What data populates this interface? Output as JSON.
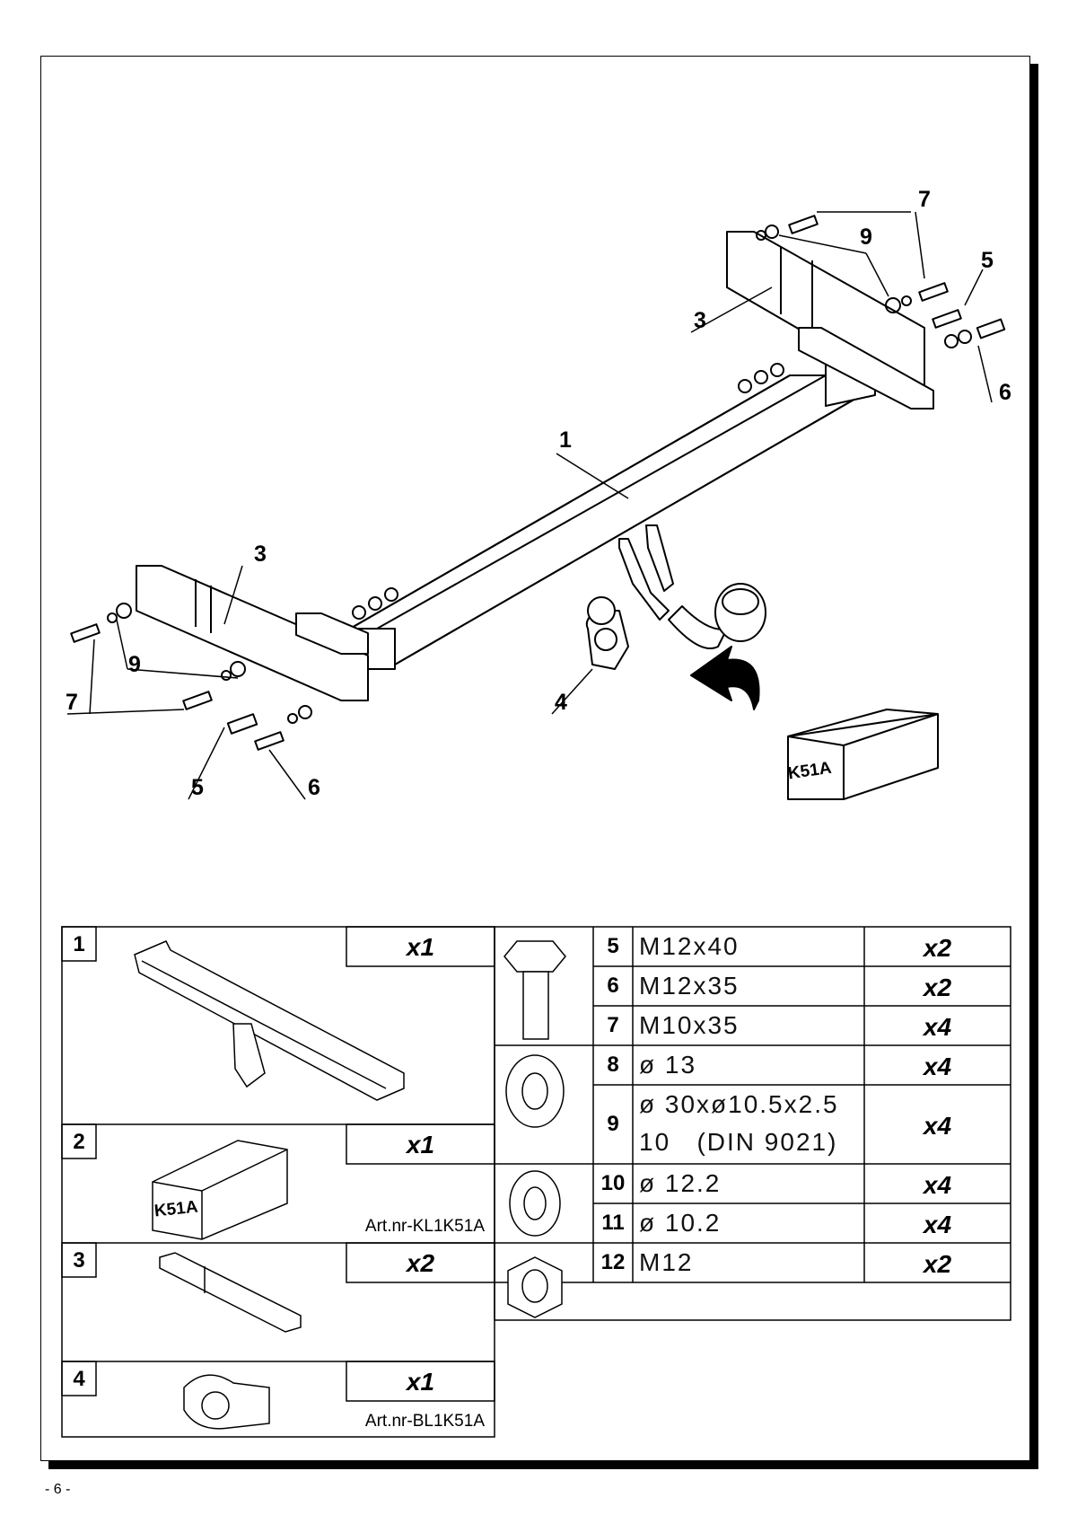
{
  "callouts": {
    "top_bolt_7": "7",
    "top_washer_9": "9",
    "top_bolt_5": "5",
    "top_bracket_3": "3",
    "top_bolt_6": "6",
    "main_bar_1": "1",
    "left_bracket_3": "3",
    "left_washer_9": "9",
    "left_bolt_7": "7",
    "socket_plate_4": "4",
    "left_bolt_5": "5",
    "left_bolt_6": "6"
  },
  "box_label": "K51A",
  "parts_table": {
    "left": [
      {
        "num": "1",
        "qty": "x1",
        "art": ""
      },
      {
        "num": "2",
        "qty": "x1",
        "art": "Art.nr-KL1K51A",
        "box_label": "K51A"
      },
      {
        "num": "3",
        "qty": "x2",
        "art": ""
      },
      {
        "num": "4",
        "qty": "x1",
        "art": "Art.nr-BL1K51A"
      }
    ],
    "right": [
      {
        "num": "5",
        "spec": "M12x40",
        "qty": "x2"
      },
      {
        "num": "6",
        "spec": "M12x35",
        "qty": "x2"
      },
      {
        "num": "7",
        "spec": "M10x35",
        "qty": "x4"
      },
      {
        "num": "8",
        "spec": "ø 13",
        "qty": "x4"
      },
      {
        "num": "9",
        "spec": "ø 30xø10.5x2.5",
        "spec2": "10   (DIN 9021)",
        "qty": "x4"
      },
      {
        "num": "10",
        "spec": "ø 12.2",
        "qty": "x4"
      },
      {
        "num": "11",
        "spec": "ø 10.2",
        "qty": "x4"
      },
      {
        "num": "12",
        "spec": "M12",
        "qty": "x2"
      }
    ]
  },
  "page_number": "- 6 -"
}
